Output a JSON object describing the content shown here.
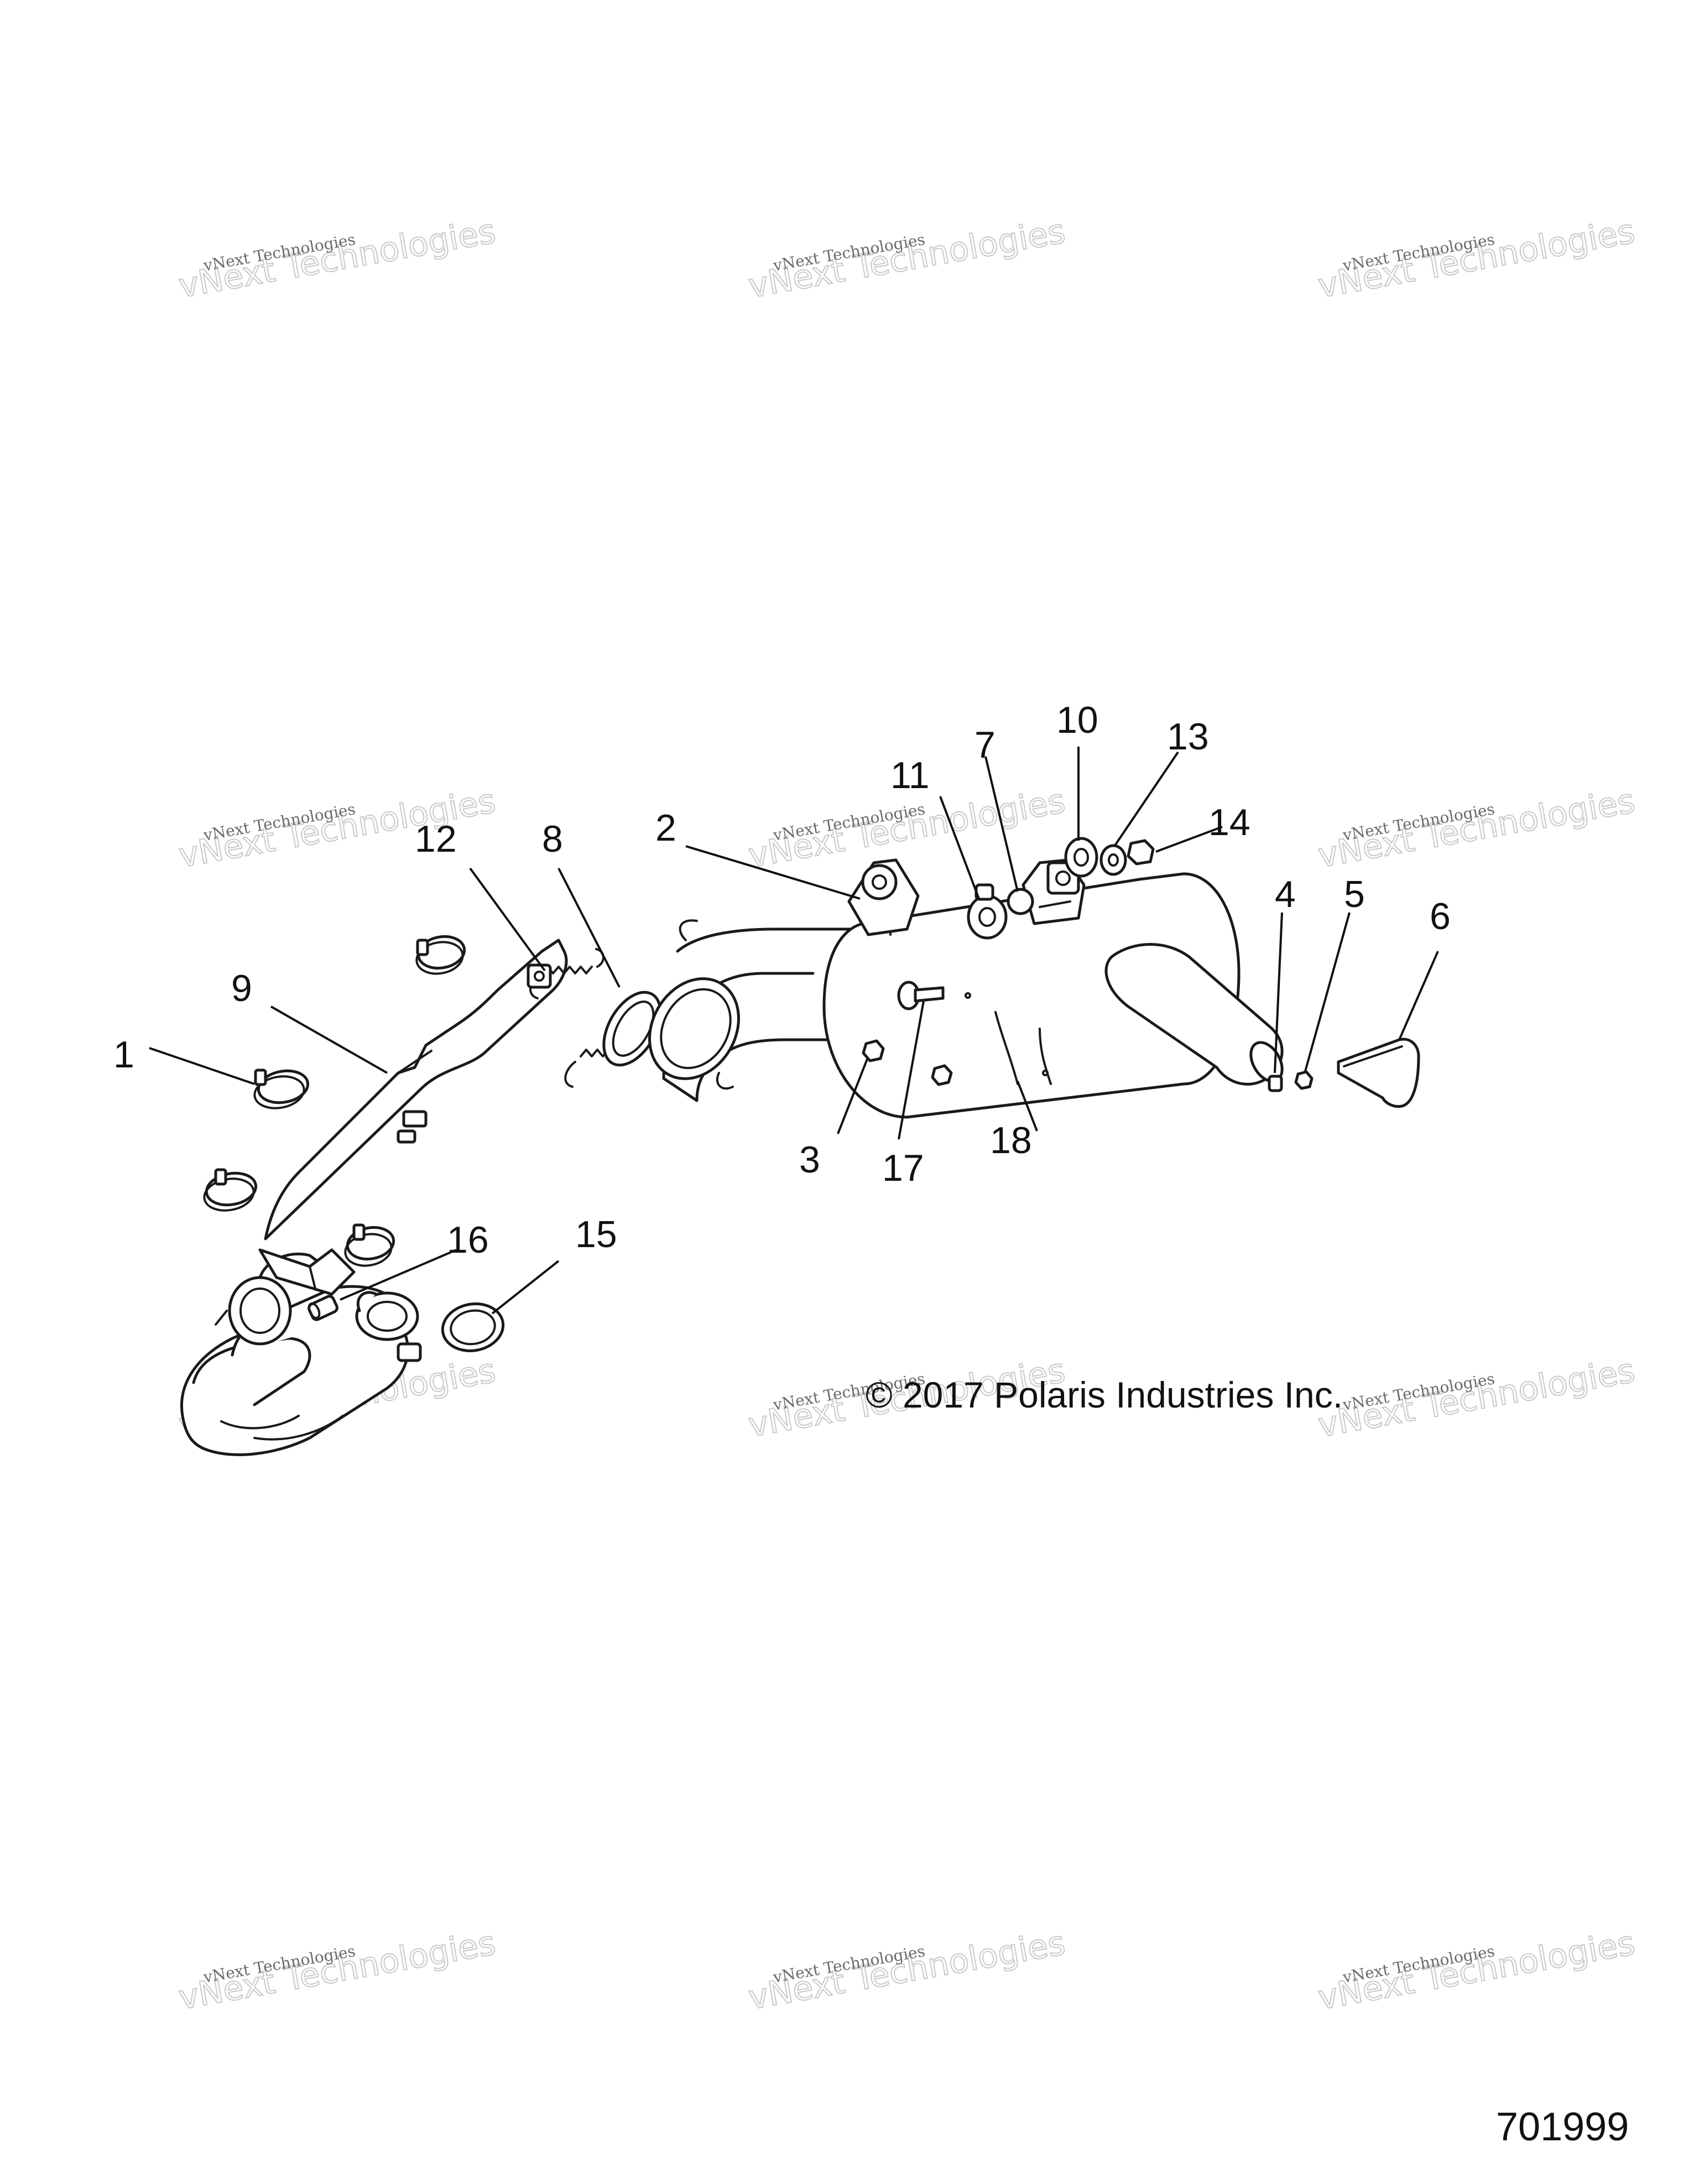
{
  "diagram": {
    "callouts": [
      {
        "id": "1",
        "text": "1"
      },
      {
        "id": "2",
        "text": "2"
      },
      {
        "id": "3",
        "text": "3"
      },
      {
        "id": "4",
        "text": "4"
      },
      {
        "id": "5",
        "text": "5"
      },
      {
        "id": "6",
        "text": "6"
      },
      {
        "id": "7",
        "text": "7"
      },
      {
        "id": "8",
        "text": "8"
      },
      {
        "id": "9",
        "text": "9"
      },
      {
        "id": "10",
        "text": "10"
      },
      {
        "id": "11",
        "text": "11"
      },
      {
        "id": "12",
        "text": "12"
      },
      {
        "id": "13",
        "text": "13"
      },
      {
        "id": "14",
        "text": "14"
      },
      {
        "id": "15",
        "text": "15"
      },
      {
        "id": "16",
        "text": "16"
      },
      {
        "id": "17",
        "text": "17"
      },
      {
        "id": "18",
        "text": "18"
      }
    ],
    "copyright": "© 2017 Polaris Industries Inc.",
    "document_number": "701999"
  },
  "watermark": {
    "line_small": "vNext Technologies",
    "line_big": "vNext Technologies"
  }
}
